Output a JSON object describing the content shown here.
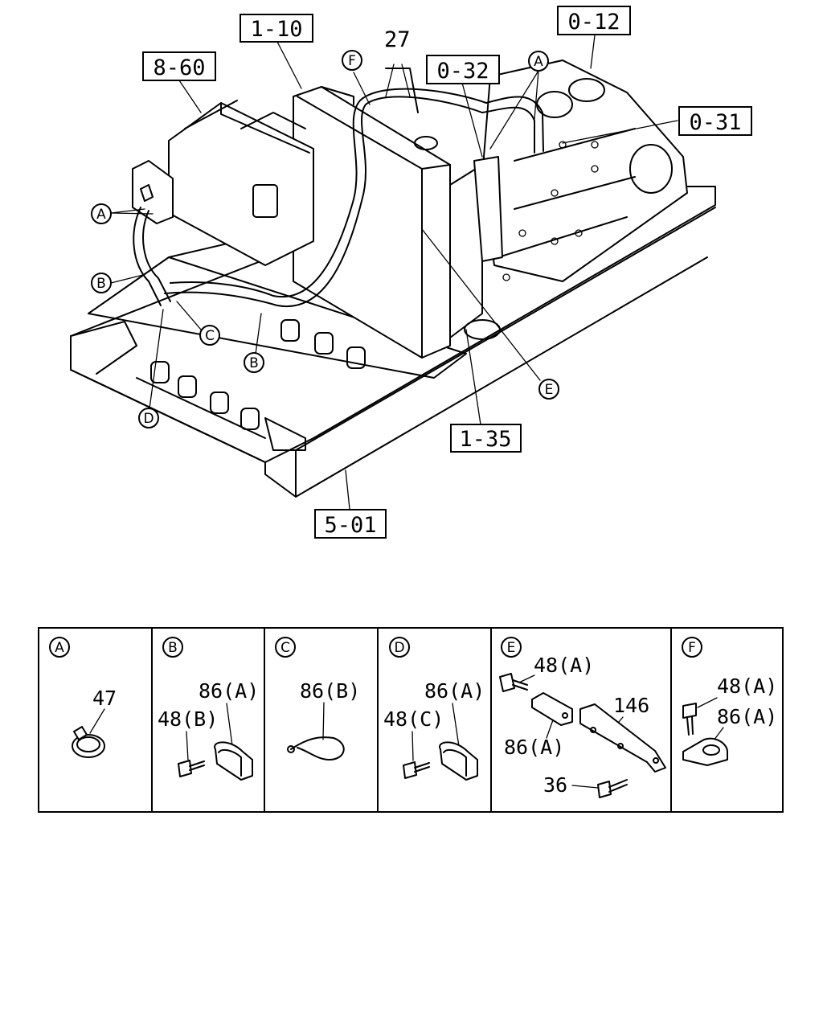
{
  "ref_labels": {
    "r_1_10": "1-10",
    "r_8_60": "8-60",
    "r_0_12": "0-12",
    "r_0_32": "0-32",
    "r_0_31": "0-31",
    "r_1_35": "1-35",
    "r_5_01": "5-01",
    "r_27": "27"
  },
  "callouts": {
    "A1": "A",
    "A2": "A",
    "B1": "B",
    "B2": "B",
    "C": "C",
    "D": "D",
    "E": "E",
    "F": "F"
  },
  "detail_panels": [
    {
      "letter": "A",
      "parts": [
        "47"
      ]
    },
    {
      "letter": "B",
      "parts": [
        "86(A)",
        "48(B)"
      ]
    },
    {
      "letter": "C",
      "parts": [
        "86(B)"
      ]
    },
    {
      "letter": "D",
      "parts": [
        "86(A)",
        "48(C)"
      ]
    },
    {
      "letter": "E",
      "parts": [
        "48(A)",
        "146",
        "86(A)",
        "36"
      ]
    },
    {
      "letter": "F",
      "parts": [
        "48(A)",
        "86(A)"
      ]
    }
  ]
}
